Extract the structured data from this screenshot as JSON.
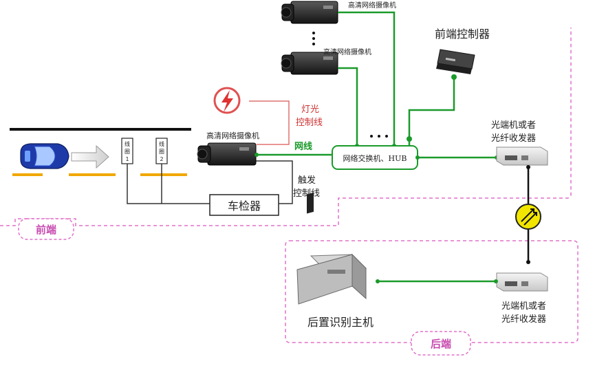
{
  "labels": {
    "camera_top": "高清网络摄像机",
    "camera_second": "高清网络摄像机",
    "camera_main": "高清网络摄像机",
    "front_controller": "前端控制器",
    "light_control_line_1": "灯光",
    "light_control_line_2": "控制线",
    "network_line": "网线",
    "switch_hub": "网络交换机、HUB",
    "fiber_front_1": "光端机或者",
    "fiber_front_2": "光纤收发器",
    "fiber_back_1": "光端机或者",
    "fiber_back_2": "光纤收发器",
    "trigger_control_line_1": "触发",
    "trigger_control_line_2": "控制线",
    "vehicle_detector": "车检器",
    "coil_1_line1": "线",
    "coil_1_line2": "圈",
    "coil_1_num": "1",
    "coil_2_line1": "线",
    "coil_2_line2": "圈",
    "coil_2_num": "2",
    "front_zone": "前端",
    "back_zone": "后端",
    "recognition_host": "后置识别主机"
  },
  "colors": {
    "network_green": "#1a9a2a",
    "light_red": "#e05050",
    "zone_pink": "#e070c8",
    "road_yellow": "#f0a800",
    "optical_yellow": "#f2e600"
  },
  "icons": {
    "flash": "lightning-bolt-icon",
    "optical": "double-arrow-icon"
  }
}
